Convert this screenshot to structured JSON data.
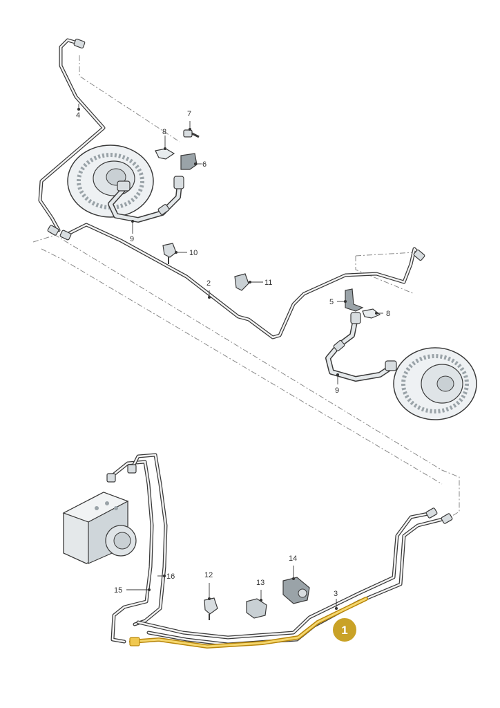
{
  "colors": {
    "line": "#3a3a3a",
    "pipe_fill": "#f2f2f2",
    "highlight": "#d9a520",
    "highlight_dark": "#b8860b",
    "badge": "#c9a227",
    "dash": "#888888",
    "part_fill": "#d8dde0"
  },
  "callouts": {
    "c2": "2",
    "c3": "3",
    "c4": "4",
    "c5": "5",
    "c6": "6",
    "c7": "7",
    "c8a": "8",
    "c8b": "8",
    "c9a": "9",
    "c9b": "9",
    "c10": "10",
    "c11": "11",
    "c12": "12",
    "c13": "13",
    "c14": "14",
    "c15": "15",
    "c16": "16"
  },
  "highlight_badge": "1"
}
